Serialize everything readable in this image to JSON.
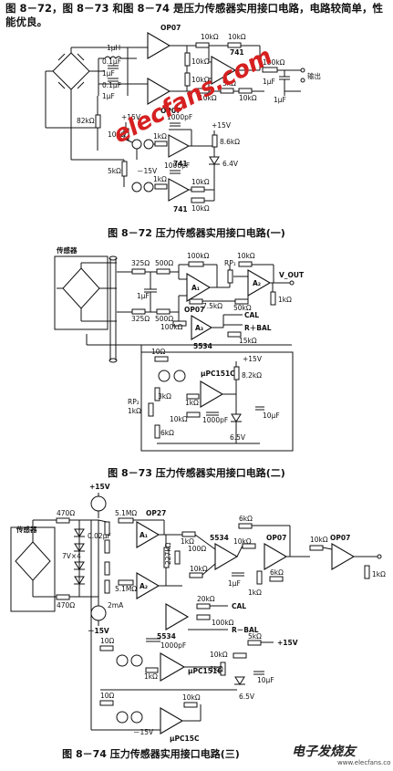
{
  "intro_text": "图 8－72，图 8－73 和图 8－74 是压力传感器实用接口电路，电路较简单，性能优良。",
  "captions": {
    "fig72": "图 8－72    压力传感器实用接口电路(一)",
    "fig73": "图 8－73    压力传感器实用接口电路(二)",
    "fig74": "图 8－74    压力传感器实用接口电路(三)"
  },
  "watermark": "elecfans.com",
  "logo_text": "电子发烧友",
  "logo_sub": "www.elecfans.com",
  "fig72_labels": {
    "op07_top": "OP07",
    "op07_bot": "OP07",
    "amp741": "741",
    "amp741_b": "741",
    "amp741_c": "741",
    "l1": "1μH",
    "c1": "0.1μF",
    "c2": "1μF",
    "c3": "0.1μF",
    "c4": "1μF",
    "r10k_a": "10kΩ",
    "r10k_b": "10kΩ",
    "r10k_c": "10kΩ",
    "r10k_d": "10kΩ",
    "r10k_e": "10kΩ",
    "r10k_f": "10kΩ",
    "r5k": "5kΩ",
    "r100k_out": "100kΩ",
    "c1u_out": "1μF",
    "c1u_out2": "1μF",
    "out": "输出",
    "r82k": "82kΩ",
    "v15p": "+15V",
    "v15p_b": "+15V",
    "r100": "100Ω",
    "c1000p": "1000pF",
    "c1000p_b": "1000pF",
    "r1k": "1kΩ",
    "r1k_b": "1kΩ",
    "r86k": "8.6kΩ",
    "v64": "6.4V",
    "r5k_b": "5kΩ",
    "v15n": "－15V",
    "r10k_g": "10kΩ",
    "r10k_h": "10kΩ"
  },
  "fig73_labels": {
    "sensor": "传感器",
    "r325a": "325Ω",
    "r500a": "500Ω",
    "r100ka": "100kΩ",
    "rp1": "RP₁",
    "r10k": "10kΩ",
    "vout": "V_OUT",
    "a1": "A₁",
    "a2": "A₂",
    "a3": "A₃",
    "op07": "OP07",
    "c1uf": "1μF",
    "r325b": "325Ω",
    "r500b": "500Ω",
    "r75k": "7.5kΩ",
    "r50k": "50kΩ",
    "r1k": "1kΩ",
    "cal": "CAL",
    "r100kb": "100kΩ",
    "rbal": "R＋BAL",
    "r15k": "15kΩ",
    "ic5534": "5534",
    "r10": "10Ω",
    "v15": "+15V",
    "upc": "μPC151C",
    "r82k": "8.2kΩ",
    "r3k": "3kΩ",
    "rp2": "RP₂",
    "rp2v": "1kΩ",
    "r1kb": "1kΩ",
    "r10kb": "10kΩ",
    "c1000p": "1000pF",
    "c10u": "10μF",
    "r6k": "6kΩ",
    "v65": "6.5V"
  },
  "fig74_labels": {
    "v15p": "+15V",
    "v15n": "－15V",
    "sensor": "传感器",
    "r470a": "470Ω",
    "r470b": "470Ω",
    "z7v": "7V×4",
    "c002": "0.02μF",
    "r51ma": "5.1MΩ",
    "r51mb": "5.1MΩ",
    "op27": "OP27",
    "r227": "227kΩ",
    "r6k": "6kΩ",
    "r1k": "1kΩ",
    "r100": "100Ω",
    "r10k": "10kΩ",
    "ic5534": "5534",
    "op07": "OP07",
    "op07b": "OP07",
    "c1u": "1μF",
    "r6kb": "6kΩ",
    "r10kb": "10kΩ",
    "r1kb": "1kΩ",
    "i2ma": "2mA",
    "r1kc": "1kΩ",
    "r20k": "20kΩ",
    "r100k": "100kΩ",
    "cal": "CAL",
    "rbal": "R－BAL",
    "c1000p": "1000pF",
    "r10": "10Ω",
    "r1kd": "1kΩ",
    "upc1": "μPC151C",
    "r10kc": "10kΩ",
    "r5k": "5kΩ",
    "v15p2": "+15V",
    "c10u": "10μF",
    "v65": "6.5V",
    "r10kd": "10kΩ",
    "r1ke": "1kΩ",
    "upc2": "μPC15C",
    "v15n2": "－15V",
    "r10ke": "10kΩ",
    "a1": "A₁",
    "a2": "A₂",
    "r10b": "10Ω"
  }
}
